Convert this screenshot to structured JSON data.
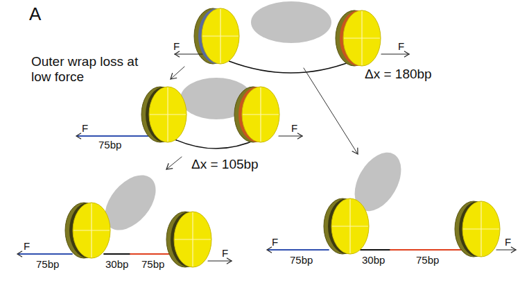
{
  "diagram": {
    "labels": [
      "A",
      "Outer wrap loss at low force",
      "Δx = 180bp",
      "Δx = 105bp",
      "F",
      "F",
      "F",
      "75bp",
      "F",
      "F",
      "75bp",
      "30bp",
      "75bp",
      "F",
      "F",
      "75bp",
      "30bp",
      "75bp",
      "F"
    ]
  }
}
